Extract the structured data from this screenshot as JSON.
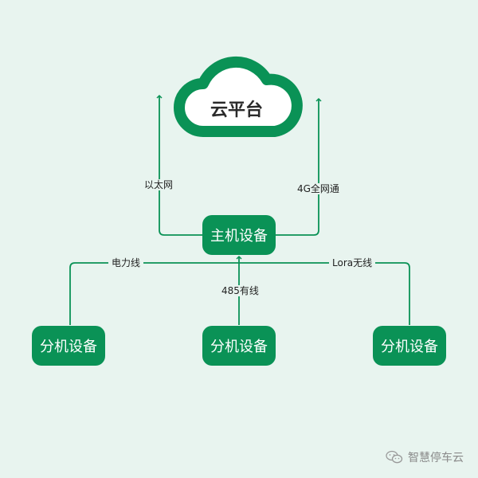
{
  "cloud": {
    "label": "云平台"
  },
  "main_device": {
    "label": "主机设备"
  },
  "sub_devices": [
    {
      "label": "分机设备"
    },
    {
      "label": "分机设备"
    },
    {
      "label": "分机设备"
    }
  ],
  "connections": {
    "ethernet": "以太网",
    "cellular": "4G全网通",
    "power_line": "电力线",
    "wired_485": "485有线",
    "lora": "Lora无线"
  },
  "watermark": {
    "text": "智慧停车云",
    "icon": "wechat-icon"
  },
  "colors": {
    "background": "#e8f4ef",
    "accent": "#0a9256",
    "line": "#0a9256"
  }
}
